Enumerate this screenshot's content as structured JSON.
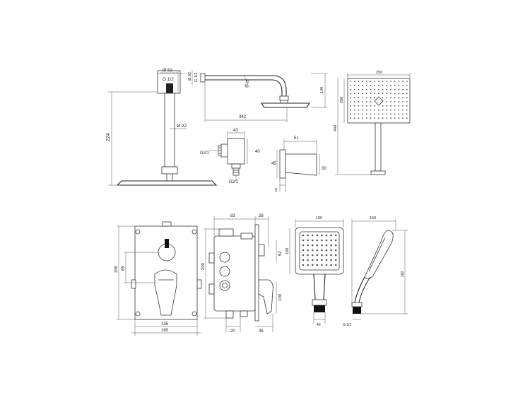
{
  "dimensions": {
    "d52": "Ø 52",
    "g12_top": "G 1/2",
    "d22": "Ø 22",
    "h224": "224",
    "d32": "Ø 32",
    "g12_arm": "G 1/2",
    "d25": "Ø 25",
    "w342": "342",
    "h140": "140",
    "w43": "43",
    "h40": "40",
    "g21_side": "G2/1",
    "g21_bottom": "G2/1",
    "w51": "51",
    "h45": "45",
    "h30": "30",
    "w5": "5",
    "w250": "250",
    "h250": "250",
    "h440": "440",
    "h200_front": "200",
    "h65": "65",
    "w135": "135",
    "w160": "160",
    "w83": "83",
    "w28": "28",
    "h200_side": "200",
    "h52": "52",
    "h100_side": "100",
    "w20": "20",
    "w35": "35",
    "w100_hand": "100",
    "h100_hand": "100",
    "w40_hand": "40",
    "w150_hand": "150",
    "h260_hand": "260",
    "g12_hand": "G 1/2"
  }
}
